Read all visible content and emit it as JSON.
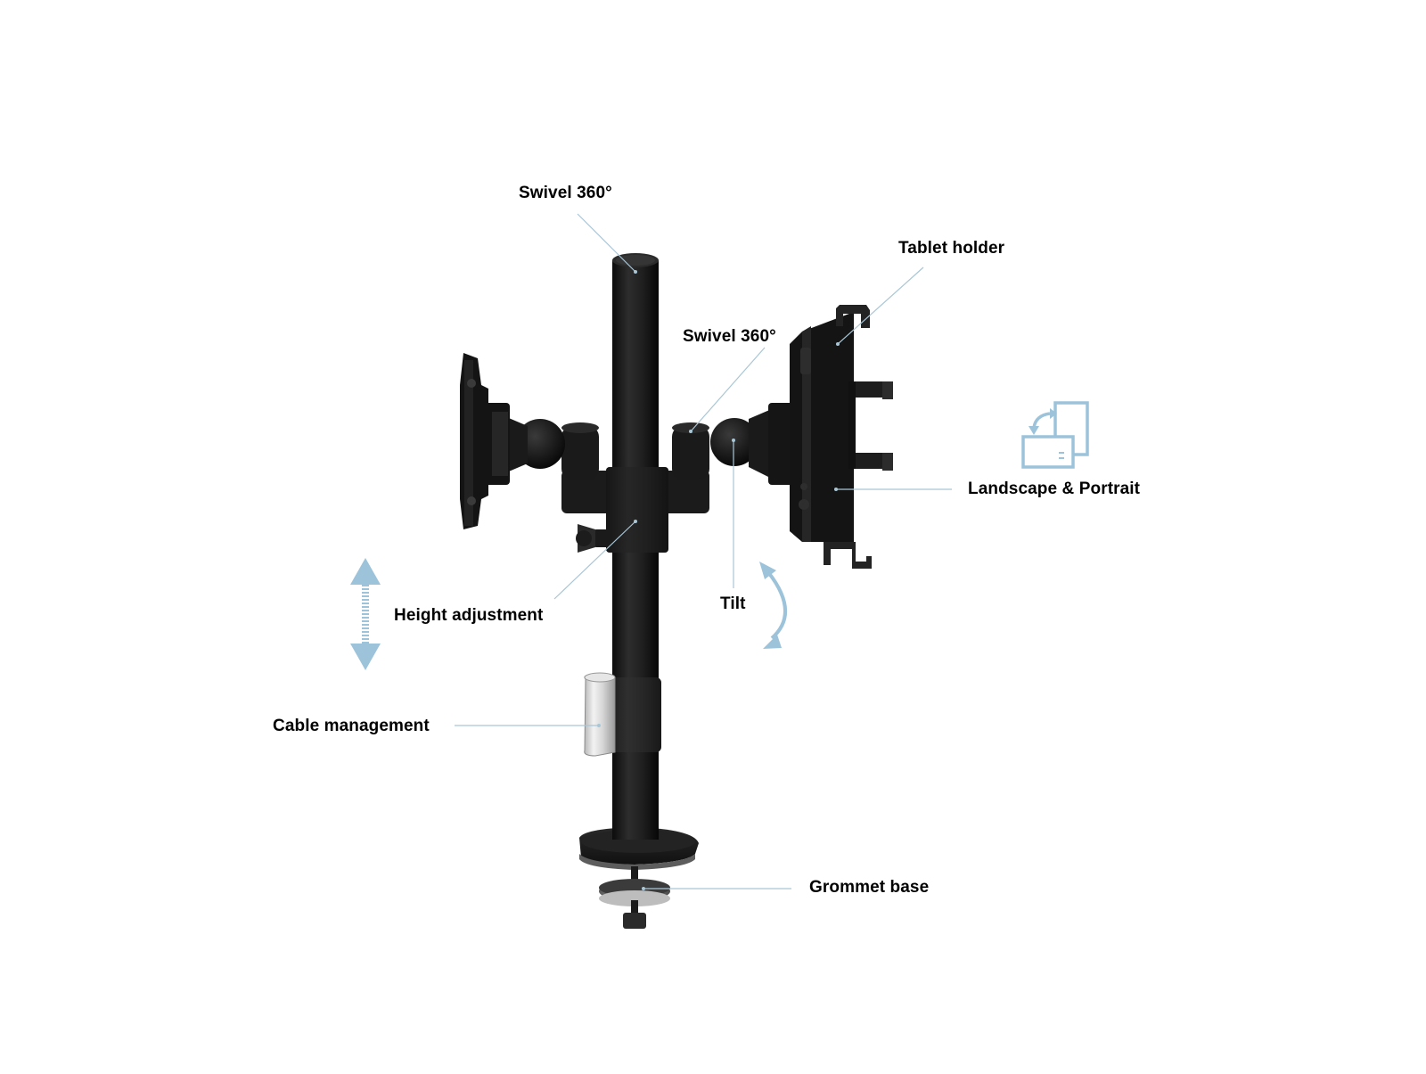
{
  "callouts": {
    "swivel_top": "Swivel 360°",
    "tablet_holder": "Tablet holder",
    "swivel_arm": "Swivel 360°",
    "landscape_portrait": "Landscape & Portrait",
    "height_adjustment": "Height adjustment",
    "tilt": "Tilt",
    "cable_management": "Cable management",
    "grommet_base": "Grommet base"
  },
  "icons": {
    "height": "double-vertical-arrow-icon",
    "tilt": "curved-arrow-icon",
    "orientation": "rotate-orientation-icon"
  },
  "colors": {
    "background": "#ffffff",
    "product": "#1c1c1c",
    "leader_line": "#a9c6d5",
    "accent": "#9cc3da",
    "text": "#000000"
  }
}
